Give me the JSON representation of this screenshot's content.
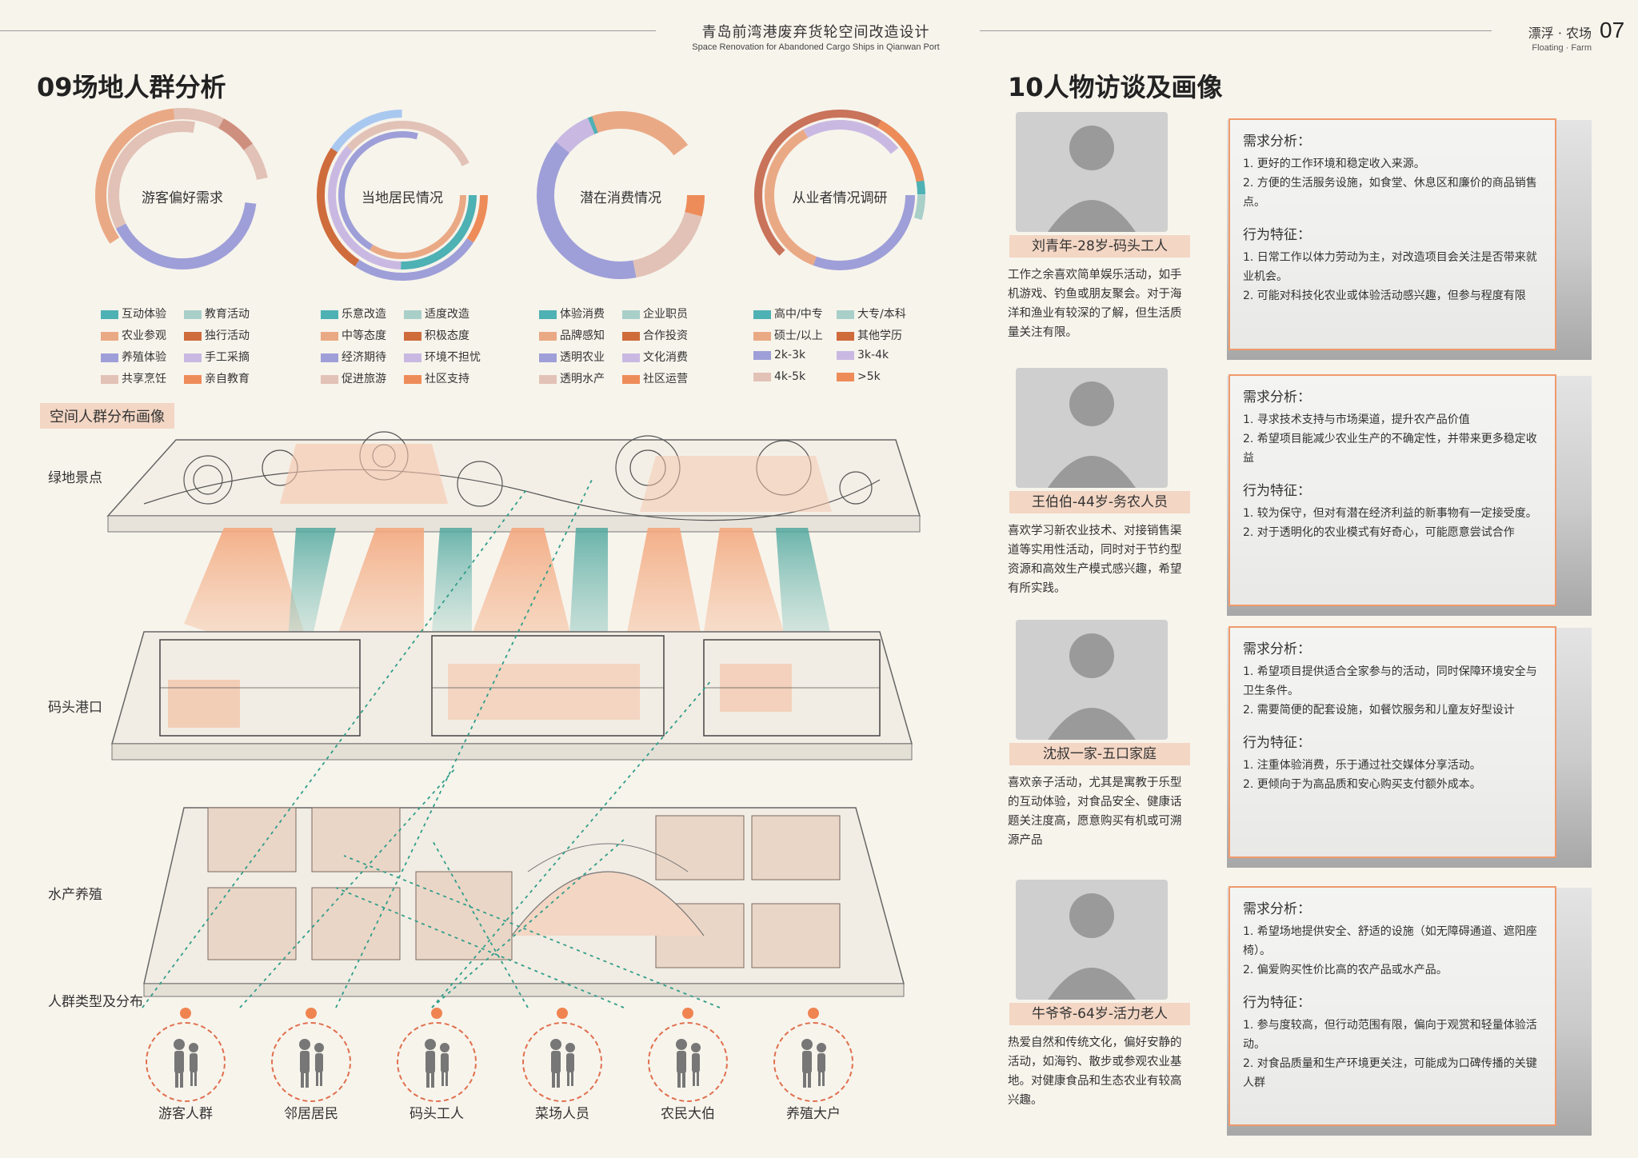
{
  "header": {
    "title": "青岛前湾港废弃货轮空间改造设计",
    "subtitle": "Space Renovation for Abandoned Cargo Ships in Qianwan Port",
    "right_title": "漂浮 · 农场",
    "right_sub": "Floating · Farm",
    "page": "07"
  },
  "section9": {
    "title": "09场地人群分析",
    "space_tag": "空间人群分布画像",
    "layers": [
      "绿地景点",
      "码头港口",
      "水产养殖",
      "人群类型及分布"
    ],
    "groups": [
      "游客人群",
      "邻居居民",
      "码头工人",
      "菜场人员",
      "农民大伯",
      "养殖大户"
    ]
  },
  "rings": [
    {
      "label": "游客偏好需求",
      "legend": [
        [
          "互动体验",
          "#4eb1b4"
        ],
        [
          "教育活动",
          "#a9cfc9"
        ],
        [
          "农业参观",
          "#eaa985"
        ],
        [
          "独行活动",
          "#cf6c3c"
        ],
        [
          "养殖体验",
          "#9e9fd8"
        ],
        [
          "手工采摘",
          "#c9b9e2"
        ],
        [
          "共享烹饪",
          "#e2c2b6"
        ],
        [
          "亲自教育",
          "#ee8c59"
        ]
      ]
    },
    {
      "label": "当地居民情况",
      "legend": [
        [
          "乐意改造",
          "#4eb1b4"
        ],
        [
          "适度改造",
          "#a9cfc9"
        ],
        [
          "中等态度",
          "#eaa985"
        ],
        [
          "积极态度",
          "#cf6c3c"
        ],
        [
          "经济期待",
          "#9e9fd8"
        ],
        [
          "环境不担忧",
          "#c9b9e2"
        ],
        [
          "促进旅游",
          "#e2c2b6"
        ],
        [
          "社区支持",
          "#ee8c59"
        ]
      ]
    },
    {
      "label": "潜在消费情况",
      "legend": [
        [
          "体验消费",
          "#4eb1b4"
        ],
        [
          "企业职员",
          "#a9cfc9"
        ],
        [
          "品牌感知",
          "#eaa985"
        ],
        [
          "合作投资",
          "#cf6c3c"
        ],
        [
          "透明农业",
          "#9e9fd8"
        ],
        [
          "文化消费",
          "#c9b9e2"
        ],
        [
          "透明水产",
          "#e2c2b6"
        ],
        [
          "社区运营",
          "#ee8c59"
        ]
      ]
    },
    {
      "label": "从业者情况调研",
      "legend": [
        [
          "高中/中专",
          "#4eb1b4"
        ],
        [
          "大专/本科",
          "#a9cfc9"
        ],
        [
          "硕士/以上",
          "#eaa985"
        ],
        [
          "其他学历",
          "#cf6c3c"
        ],
        [
          "2k-3k",
          "#9e9fd8"
        ],
        [
          "3k-4k",
          "#c9b9e2"
        ],
        [
          "4k-5k",
          "#e2c2b6"
        ],
        [
          ">5k",
          "#ee8c59"
        ]
      ]
    }
  ],
  "section10": {
    "title": "10人物访谈及画像",
    "personas": [
      {
        "name": "刘青年-28岁-码头工人",
        "desc": "工作之余喜欢简单娱乐活动，如手机游戏、钓鱼或朋友聚会。对于海洋和渔业有较深的了解，但生活质量关注有限。",
        "need_title": "需求分析：",
        "needs": [
          "1. 更好的工作环境和稳定收入来源。",
          "2. 方便的生活服务设施，如食堂、休息区和廉价的商品销售点。"
        ],
        "trait_title": "行为特征：",
        "traits": [
          "1. 日常工作以体力劳动为主，对改造项目会关注是否带来就业机会。",
          "2. 可能对科技化农业或体验活动感兴趣，但参与程度有限"
        ]
      },
      {
        "name": "王伯伯-44岁-务农人员",
        "desc": "喜欢学习新农业技术、对接销售渠道等实用性活动，同时对于节约型资源和高效生产模式感兴趣，希望有所实践。",
        "need_title": "需求分析：",
        "needs": [
          "1. 寻求技术支持与市场渠道，提升农产品价值",
          "2. 希望项目能减少农业生产的不确定性，并带来更多稳定收益"
        ],
        "trait_title": "行为特征：",
        "traits": [
          "1. 较为保守，但对有潜在经济利益的新事物有一定接受度。",
          "2. 对于透明化的农业模式有好奇心，可能愿意尝试合作"
        ]
      },
      {
        "name": "沈叔一家-五口家庭",
        "desc": "喜欢亲子活动，尤其是寓教于乐型的互动体验，对食品安全、健康话题关注度高，愿意购买有机或可溯源产品",
        "need_title": "需求分析：",
        "needs": [
          "1. 希望项目提供适合全家参与的活动，同时保障环境安全与卫生条件。",
          "2. 需要简便的配套设施，如餐饮服务和儿童友好型设计"
        ],
        "trait_title": "行为特征：",
        "traits": [
          "1. 注重体验消费，乐于通过社交媒体分享活动。",
          "2. 更倾向于为高品质和安心购买支付额外成本。"
        ]
      },
      {
        "name": "牛爷爷-64岁-活力老人",
        "desc": "热爱自然和传统文化，偏好安静的活动，如海钓、散步或参观农业基地。对健康食品和生态农业有较高兴趣。",
        "need_title": "需求分析：",
        "needs": [
          "1. 希望场地提供安全、舒适的设施（如无障碍通道、遮阳座椅）。",
          "2. 偏爱购买性价比高的农产品或水产品。"
        ],
        "trait_title": "行为特征：",
        "traits": [
          "1. 参与度较高，但行动范围有限，偏向于观赏和轻量体验活动。",
          "2. 对食品质量和生产环境更关注，可能成为口碑传播的关键人群"
        ]
      }
    ]
  }
}
